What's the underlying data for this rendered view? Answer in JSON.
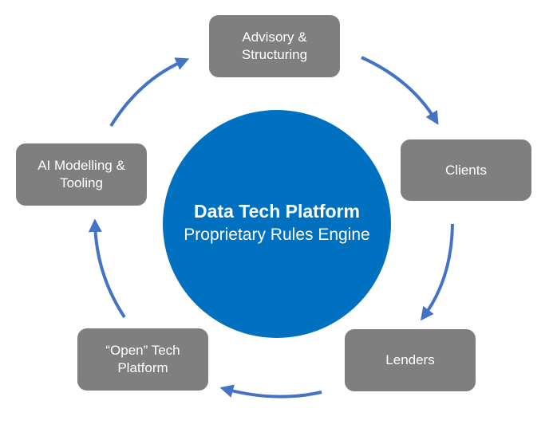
{
  "hub": {
    "title": "Data Tech Platform",
    "subtitle": "Proprietary Rules Engine",
    "color": "#0070c0"
  },
  "nodes": [
    {
      "id": "advisory",
      "lines": [
        "Advisory &",
        "Structuring"
      ]
    },
    {
      "id": "clients",
      "lines": [
        "Clients"
      ]
    },
    {
      "id": "lenders",
      "lines": [
        "Lenders"
      ]
    },
    {
      "id": "open-tech",
      "lines": [
        "“Open” Tech",
        "Platform"
      ]
    },
    {
      "id": "ai-modelling",
      "lines": [
        "AI Modelling &",
        "Tooling"
      ]
    }
  ],
  "flow": [
    "Advisory & Structuring",
    "Clients",
    "Lenders",
    "“Open” Tech Platform",
    "AI Modelling & Tooling",
    "Advisory & Structuring"
  ],
  "colors": {
    "node": "#7f7f7f",
    "arrow": "#4472c4",
    "text": "#ffffff"
  }
}
